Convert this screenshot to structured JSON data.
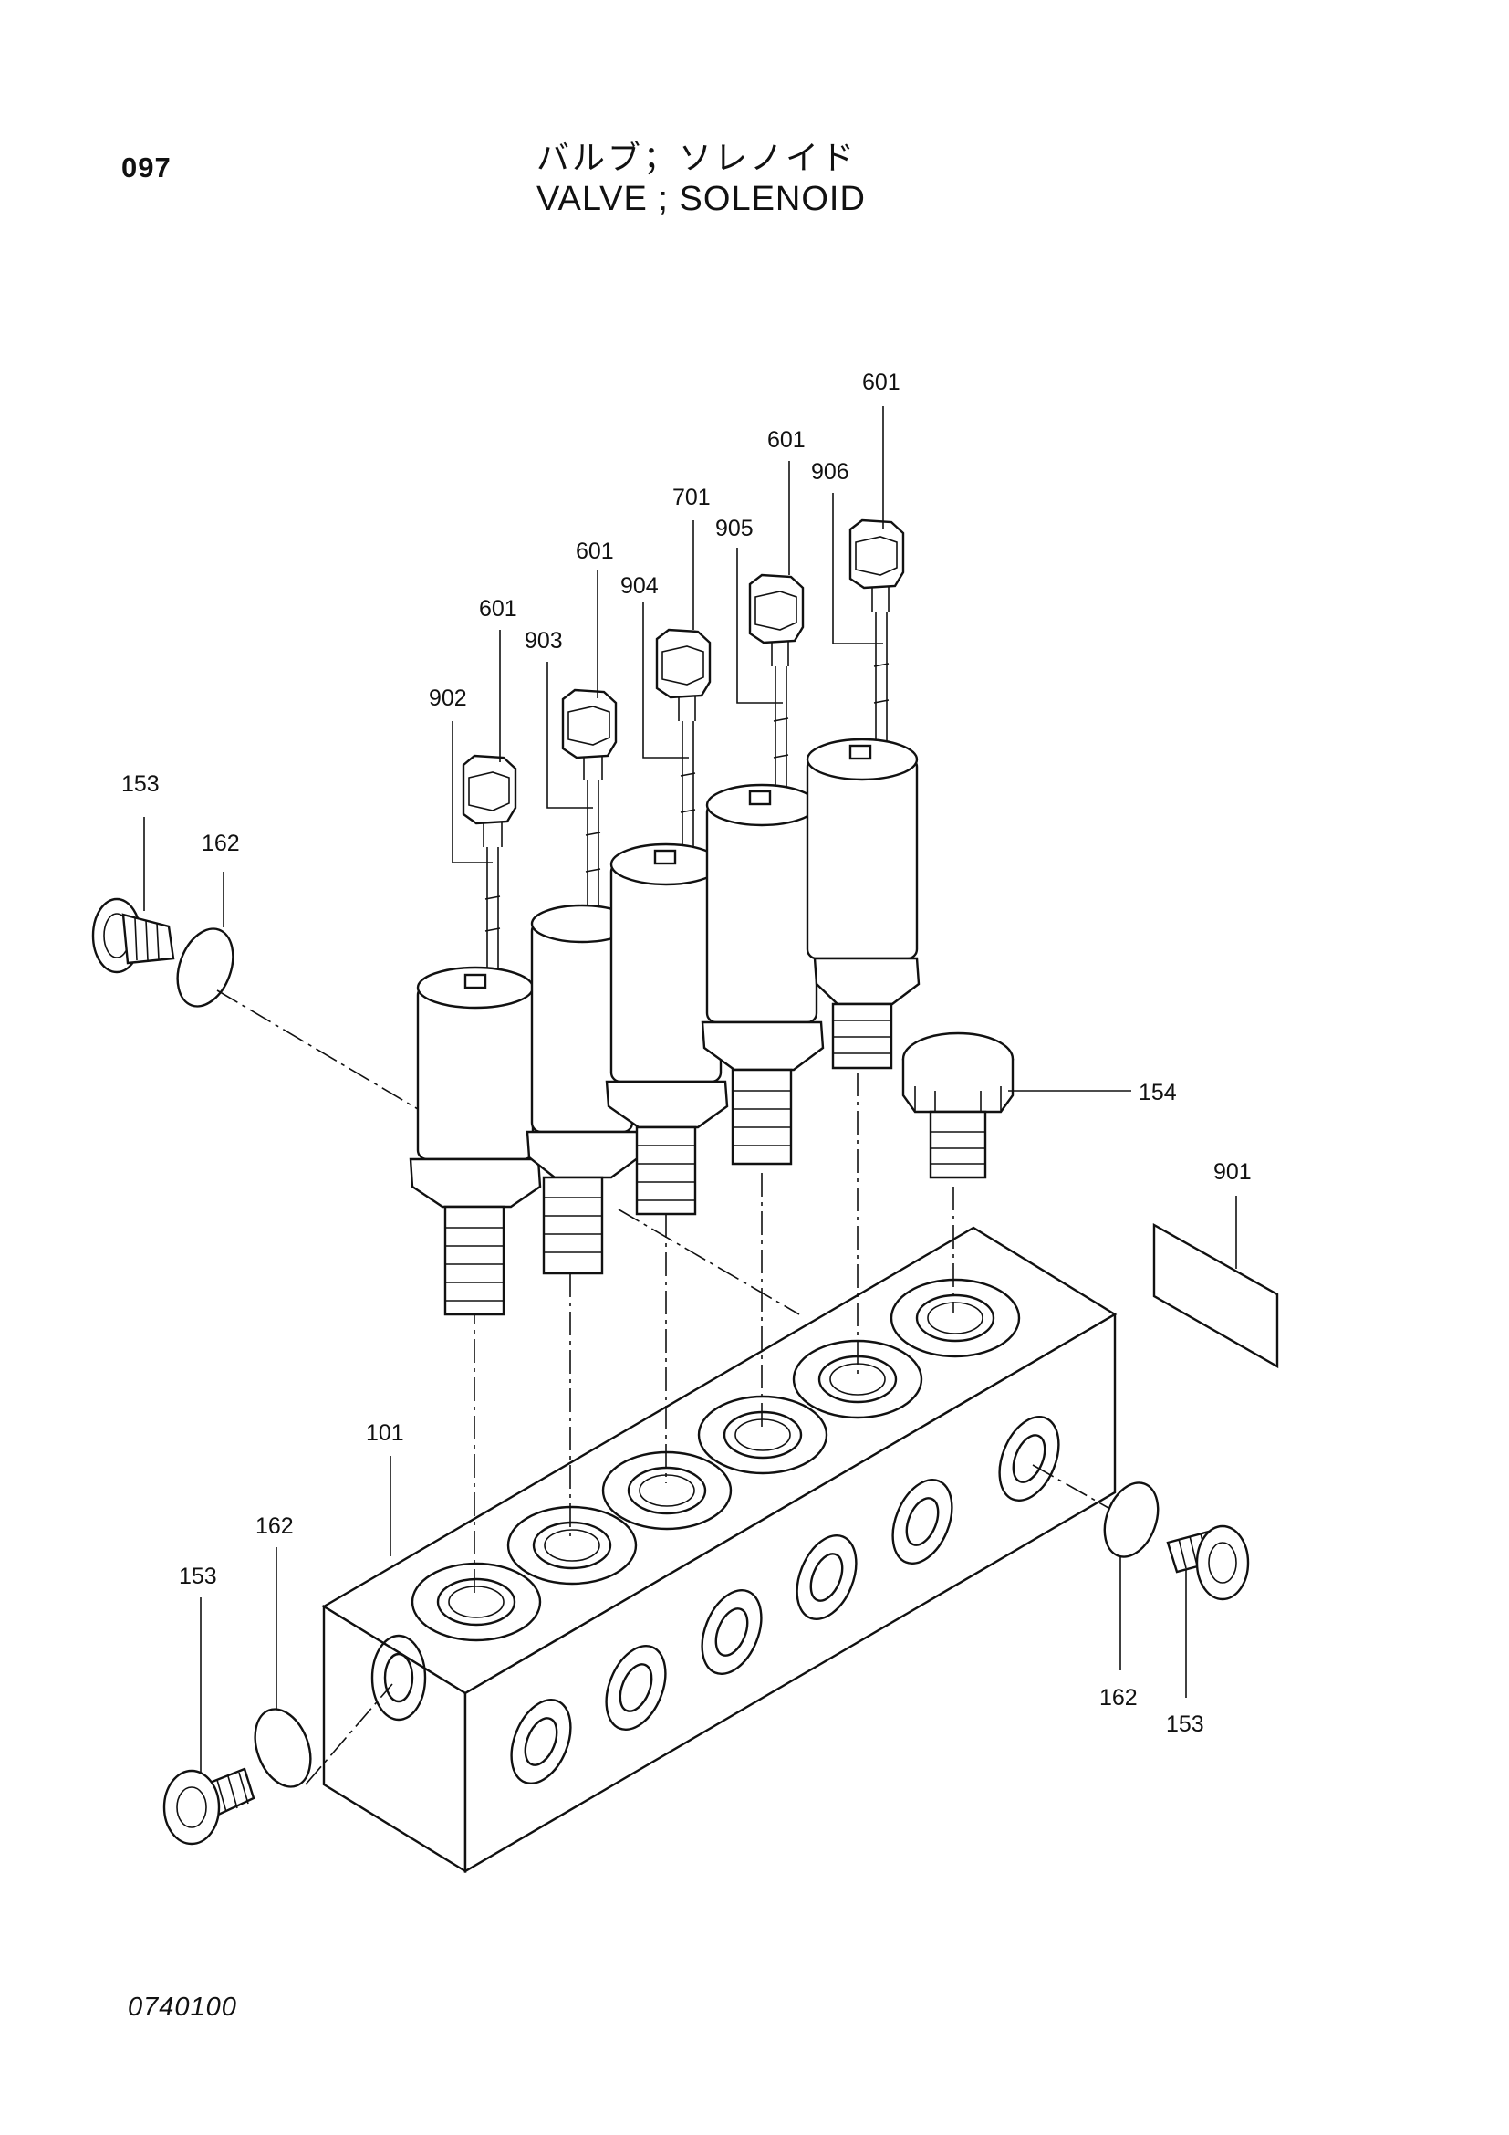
{
  "header": {
    "page_number": "097",
    "title_jp": "バルブ；ソレノイド",
    "title_en": "VALVE ; SOLENOID"
  },
  "footer": {
    "drawing_code": "0740100"
  },
  "callouts": {
    "c601_a": "601",
    "c601_b": "601",
    "c601_c": "601",
    "c601_d": "601",
    "c701": "701",
    "c902": "902",
    "c903": "903",
    "c904": "904",
    "c905": "905",
    "c906": "906",
    "c153_top": "153",
    "c162_top": "162",
    "c154": "154",
    "c901": "901",
    "c101": "101",
    "c162_left": "162",
    "c153_left": "153",
    "c162_right": "162",
    "c153_right": "153"
  }
}
